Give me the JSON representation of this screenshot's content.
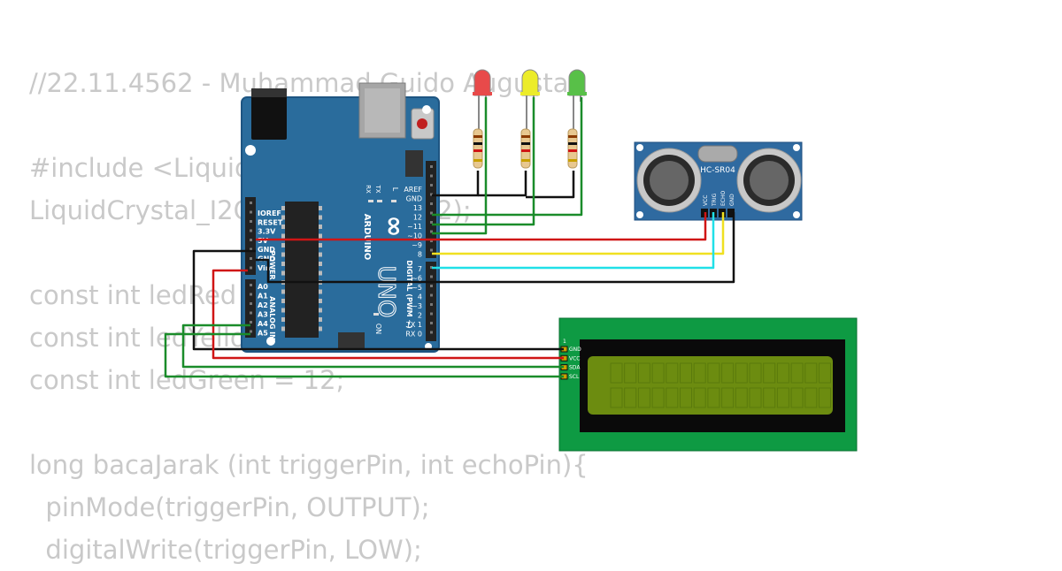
{
  "code": {
    "lines": [
      "//22.11.4562 - Muhammad Guido Augusta",
      "",
      "#include <LiquidCrystal_I2C.h>",
      "LiquidCrystal_I2C lcd(0x27, 16, 2);",
      "",
      "const int ledRed = 10;",
      "const int ledYellow = 11;",
      "const int ledGreen = 12;",
      "",
      "long bacaJarak (int triggerPin, int echoPin){",
      "  pinMode(triggerPin, OUTPUT);",
      "  digitalWrite(triggerPin, LOW);"
    ]
  },
  "arduino": {
    "brand": "ARDUINO",
    "model": "UNO",
    "logo": "∞",
    "label_L": "L",
    "label_tx": "TX",
    "label_rx": "RX",
    "label_on": "ON",
    "digital_label": "DIGITAL (PWM ~)",
    "power_label": "POWER",
    "analog_label": "ANALOG IN",
    "power_pins": [
      "IOREF",
      "RESET",
      "3.3V",
      "5V",
      "GND",
      "GND",
      "Vin"
    ],
    "analog_pins": [
      "A0",
      "A1",
      "A2",
      "A3",
      "A4",
      "A5"
    ],
    "digital_top_pins": [
      "AREF",
      "GND",
      "13",
      "12",
      "~11",
      "~10",
      "~9",
      "8"
    ],
    "digital_bottom_pins": [
      "7",
      "~6",
      "~5",
      "4",
      "~3",
      "2",
      "TX 1",
      "RX 0"
    ]
  },
  "sensor": {
    "name": "HC-SR04",
    "pins": [
      "VCC",
      "TRIG",
      "ECHO",
      "GND"
    ]
  },
  "lcd": {
    "pin1": "1",
    "pins": [
      "GND",
      "VCC",
      "SDA",
      "SCL"
    ]
  },
  "colors": {
    "board": "#2a6c9c",
    "led_red": "#e84a4a",
    "led_yellow": "#ecec2a",
    "led_green": "#58c048",
    "wire_red": "#d01515",
    "wire_black": "#111111",
    "wire_green": "#1a8c2a",
    "wire_yellow": "#f0e020",
    "wire_cyan": "#20e0e8",
    "lcd_pcb": "#0e9a43",
    "lcd_screen": "#6c8c10"
  }
}
